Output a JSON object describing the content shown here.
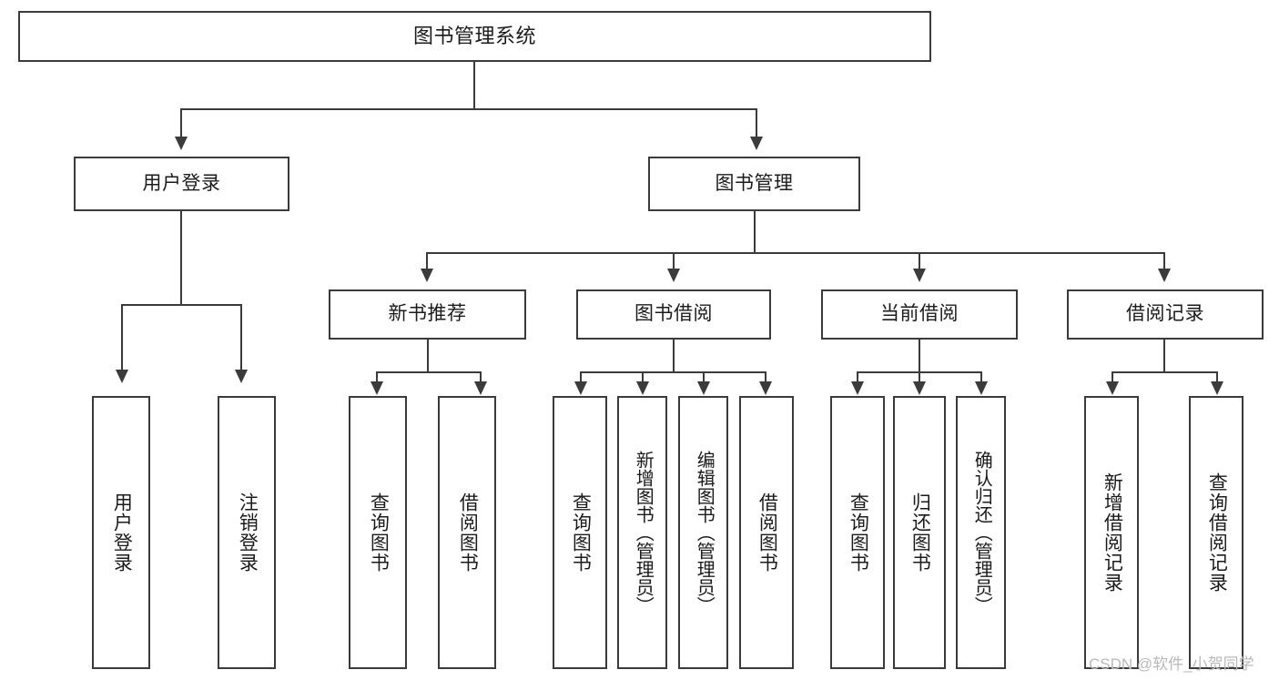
{
  "diagram": {
    "title": "图书管理系统",
    "type": "hierarchy-tree",
    "background_color": "#ffffff",
    "line_color": "#3b3b3b",
    "text_color": "#1b1b1b"
  },
  "root": {
    "label": "图书管理系统"
  },
  "tier1": [
    {
      "label": "用户登录"
    },
    {
      "label": "图书管理"
    }
  ],
  "tier2": [
    {
      "label": "新书推荐"
    },
    {
      "label": "图书借阅"
    },
    {
      "label": "当前借阅"
    },
    {
      "label": "借阅记录"
    }
  ],
  "leaves": {
    "user_login": [
      {
        "label": "用户登录"
      },
      {
        "label": "注销登录"
      }
    ],
    "new_book": [
      {
        "label": "查询图书"
      },
      {
        "label": "借阅图书"
      }
    ],
    "book_borrow": [
      {
        "label": "查询图书"
      },
      {
        "label": "新增图书（管理员）"
      },
      {
        "label": "编辑图书（管理员）"
      },
      {
        "label": "借阅图书"
      }
    ],
    "current_borrow": [
      {
        "label": "查询图书"
      },
      {
        "label": "归还图书"
      },
      {
        "label": "确认归还（管理员）"
      }
    ],
    "borrow_record": [
      {
        "label": "新增借阅记录"
      },
      {
        "label": "查询借阅记录"
      }
    ]
  },
  "watermark": {
    "text": "CSDN @软件_小贺同学"
  }
}
